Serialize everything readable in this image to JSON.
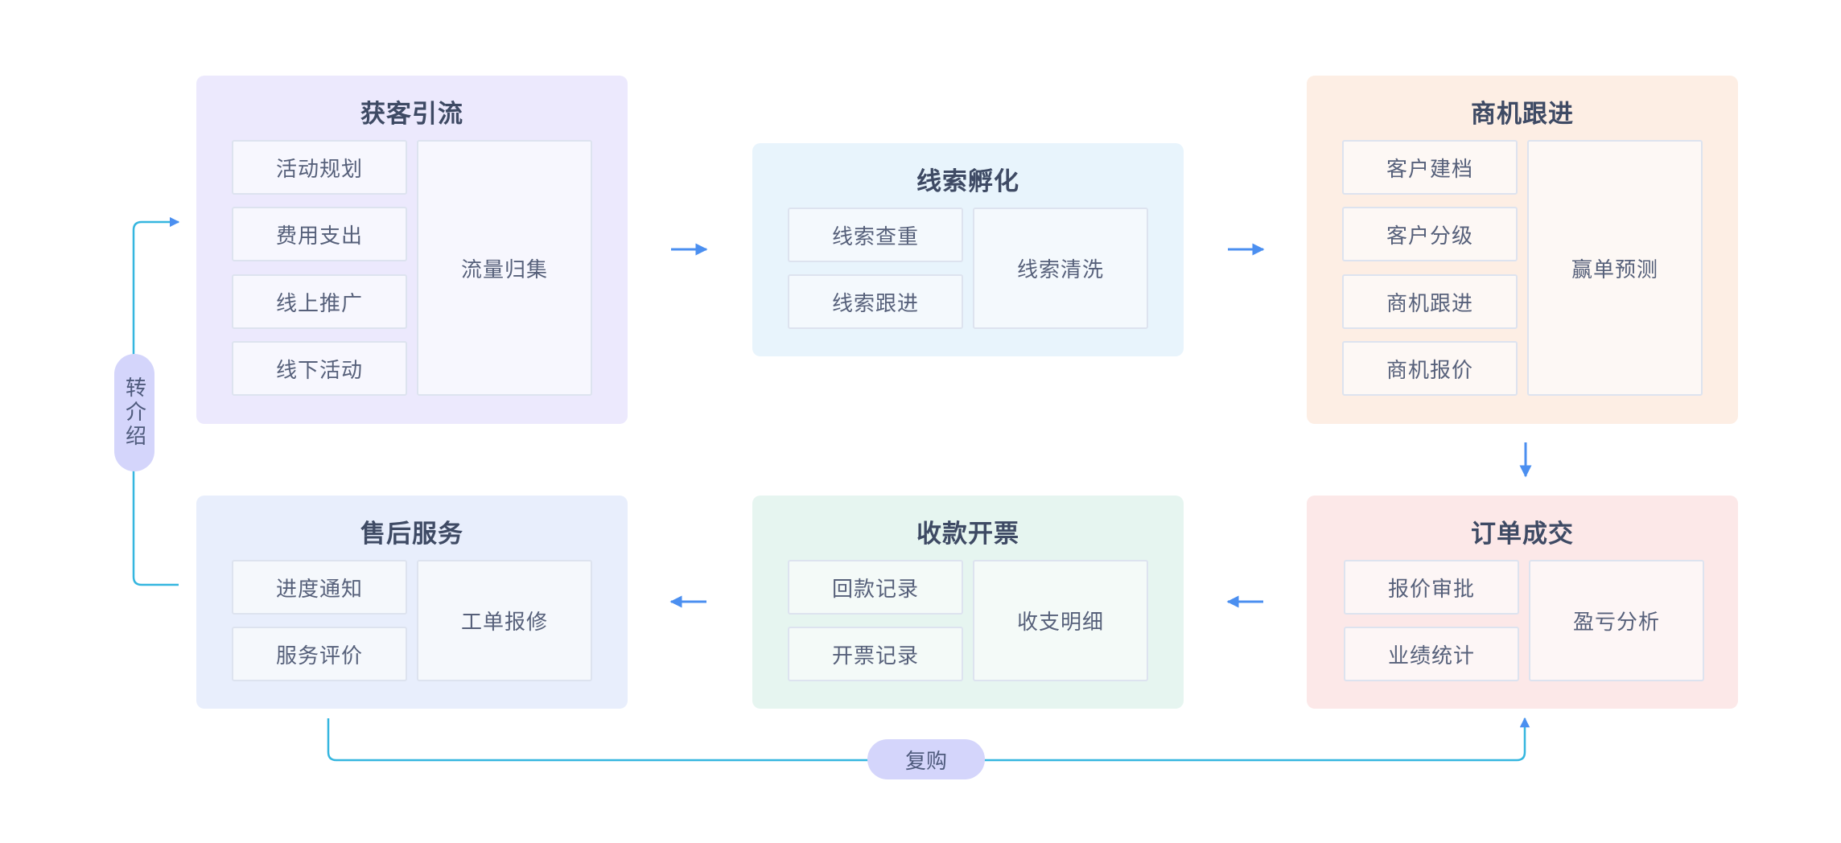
{
  "colors": {
    "arrow": "#4b8ff0",
    "link_line": "#35b6df",
    "pill_bg": "#d4d5fb"
  },
  "stages": {
    "acquire": {
      "title": "获客引流",
      "items": [
        "活动规划",
        "费用支出",
        "线上推广",
        "线下活动"
      ],
      "side": "流量归集",
      "bg": "#ece9fd",
      "cell_bg": "#f7f7fe"
    },
    "incubate": {
      "title": "线索孵化",
      "items": [
        "线索查重",
        "线索跟进"
      ],
      "side": "线索清洗",
      "bg": "#e8f4fc",
      "cell_bg": "#f4f9fd"
    },
    "opportunity": {
      "title": "商机跟进",
      "items": [
        "客户建档",
        "客户分级",
        "商机跟进",
        "商机报价"
      ],
      "side": "赢单预测",
      "bg": "#fdeee4",
      "cell_bg": "#fdf8f5"
    },
    "order": {
      "title": "订单成交",
      "items": [
        "报价审批",
        "业绩统计"
      ],
      "side": "盈亏分析",
      "bg": "#fce8e8",
      "cell_bg": "#fdf6f6"
    },
    "payment": {
      "title": "收款开票",
      "items": [
        "回款记录",
        "开票记录"
      ],
      "side": "收支明细",
      "bg": "#e6f5f0",
      "cell_bg": "#f4faf8"
    },
    "service": {
      "title": "售后服务",
      "items": [
        "进度通知",
        "服务评价"
      ],
      "side": "工单报修",
      "bg": "#e8eefc",
      "cell_bg": "#f5f8fc"
    }
  },
  "loops": {
    "referral": "转介绍",
    "repurchase": "复购"
  }
}
